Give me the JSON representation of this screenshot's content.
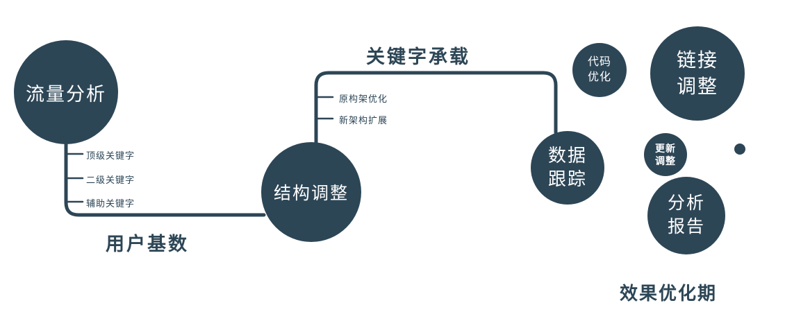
{
  "colors": {
    "primary": "#2d4656",
    "node_text": "#ffffff",
    "background": "#ffffff"
  },
  "nodes": {
    "traffic_analysis": {
      "label": "流量分析"
    },
    "structure_adjust": {
      "label": "结构调整"
    },
    "data_tracking": {
      "lines": [
        "数据",
        "跟踪"
      ]
    },
    "code_optimization": {
      "lines": [
        "代码",
        "优化"
      ]
    },
    "link_adjust": {
      "lines": [
        "链接",
        "调整"
      ]
    },
    "update_adjust": {
      "lines": [
        "更新",
        "调整"
      ]
    },
    "analysis_report": {
      "lines": [
        "分析",
        "报告"
      ]
    }
  },
  "branch_labels": {
    "traffic": [
      "顶级关键字",
      "二级关键字",
      "辅助关键字"
    ],
    "structure": [
      "原构架优化",
      "新架构扩展"
    ]
  },
  "edge_labels": {
    "user_base": "用户基数",
    "keyword_carrying": "关键字承载",
    "effect_optimization_period": "效果优化期"
  }
}
